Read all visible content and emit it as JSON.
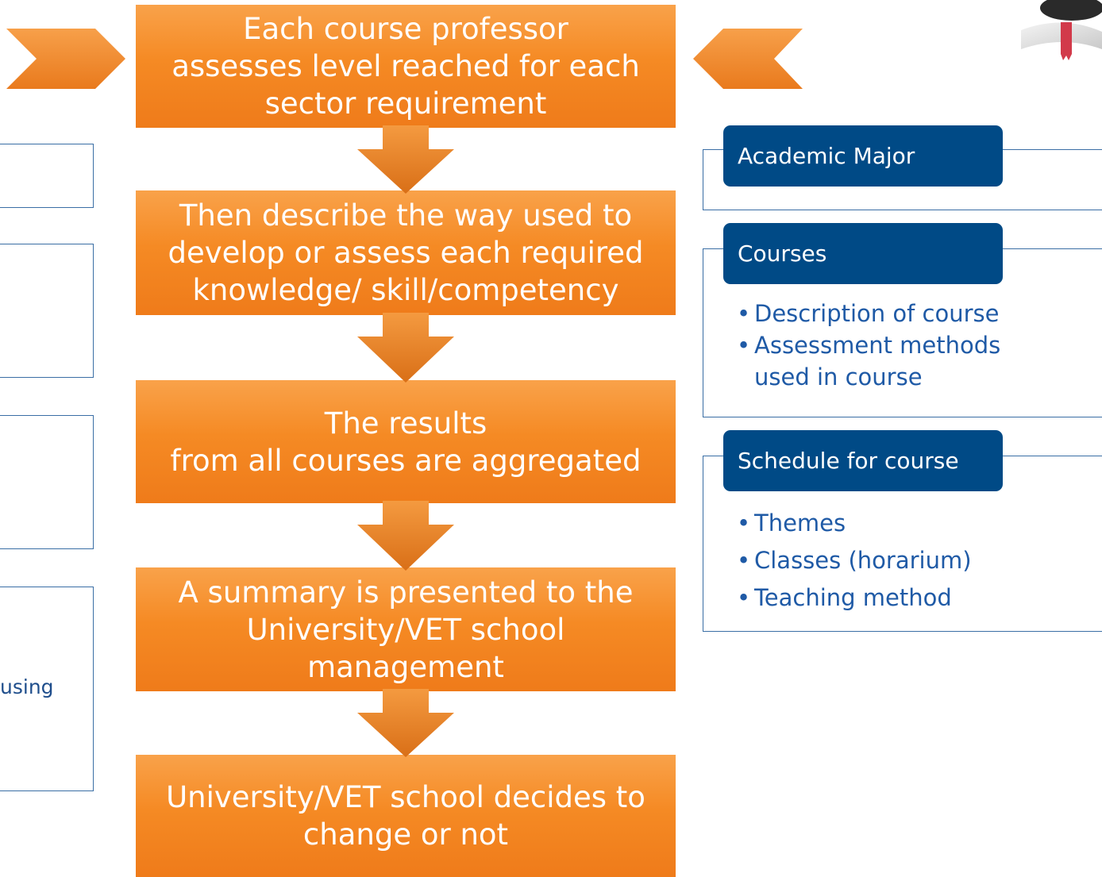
{
  "steps": [
    "Each course professor\nassesses level reached for each\nsector requirement",
    "Then describe the way used to\ndevelop or assess each required\nknowledge/ skill/competency",
    "The results\nfrom all courses are aggregated",
    "A summary is presented to the\nUniversity/VET school\nmanagement",
    "University/VET school  decides to\nchange or not"
  ],
  "left_fragment": "using",
  "panels": {
    "academic_major": {
      "title": "Academic Major"
    },
    "courses": {
      "title": "Courses",
      "items": [
        "Description of course",
        "Assessment methods\nused in course"
      ]
    },
    "schedule": {
      "title": "Schedule for course",
      "items": [
        "Themes",
        "Classes (horarium)",
        "Teaching method"
      ]
    }
  },
  "colors": {
    "orange": "#f58a24",
    "navy": "#004a86",
    "border_blue": "#3a6ea5",
    "text_blue": "#1f5aa6"
  }
}
